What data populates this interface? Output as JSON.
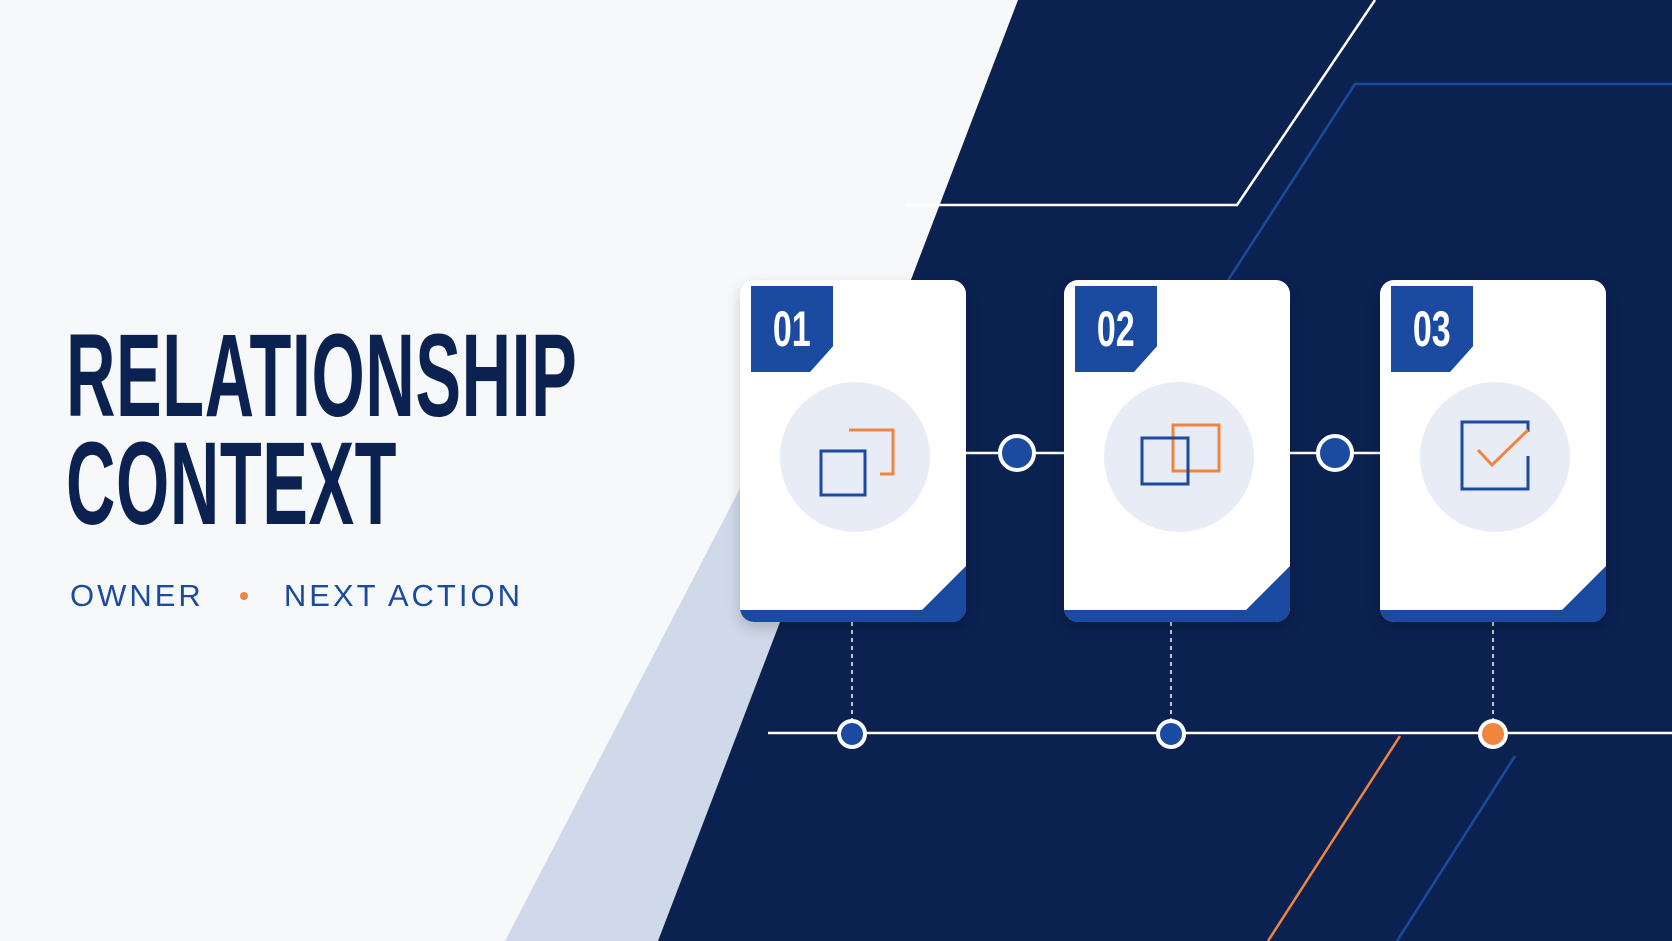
{
  "headline": {
    "line1": "RELATIONSHIP",
    "line2": "CONTEXT"
  },
  "subtitle": {
    "left": "OWNER",
    "right": "NEXT ACTION"
  },
  "steps": [
    {
      "number": "01",
      "icon": "square-offset-icon"
    },
    {
      "number": "02",
      "icon": "overlapping-squares-icon"
    },
    {
      "number": "03",
      "icon": "checkbox-check-icon"
    }
  ],
  "colors": {
    "navy": "#0b2150",
    "blue": "#1b4aa1",
    "orange": "#f0853f",
    "light_panel": "#cfd9ea",
    "circle_fill": "#e8ecf6"
  }
}
